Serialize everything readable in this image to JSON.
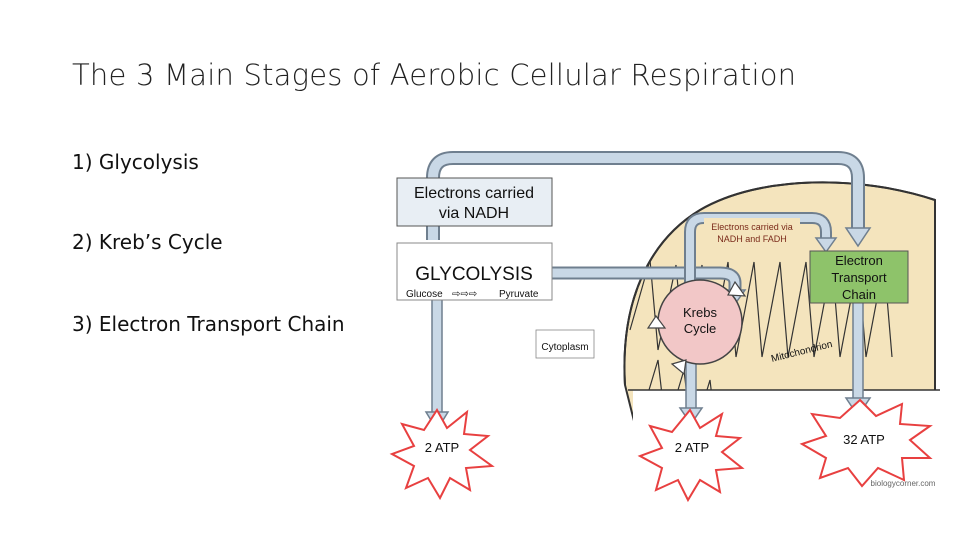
{
  "slide": {
    "title": "The 3 Main Stages of Aerobic Cellular Respiration",
    "stages": [
      "1) Glycolysis",
      "2) Kreb’s Cycle",
      "3) Electron Transport Chain"
    ]
  },
  "diagram": {
    "nadh_box": [
      "Electrons carried",
      "via NADH"
    ],
    "glycolysis": {
      "title": "GLYCOLYSIS",
      "glucose": "Glucose",
      "pyruvate": "Pyruvate"
    },
    "cytoplasm": "Cytoplasm",
    "mito_label": "Mitochondrion",
    "nadh_fadh": [
      "Electrons carried via",
      "NADH and FADH"
    ],
    "etc_box": [
      "Electron",
      "Transport",
      "Chain"
    ],
    "krebs": [
      "Krebs",
      "Cycle"
    ],
    "atp": [
      "2 ATP",
      "2 ATP",
      "32 ATP"
    ],
    "credit": "biologycorner.com"
  },
  "colors": {
    "arrow": "#c9d8e6",
    "arrow_edge": "#6f7f8f",
    "mito": "#f4e4bd",
    "krebs": "#f2c7c7",
    "etc": "#8ec36a",
    "burst": "#e84040",
    "nadh_text": "#7a2a1a"
  }
}
